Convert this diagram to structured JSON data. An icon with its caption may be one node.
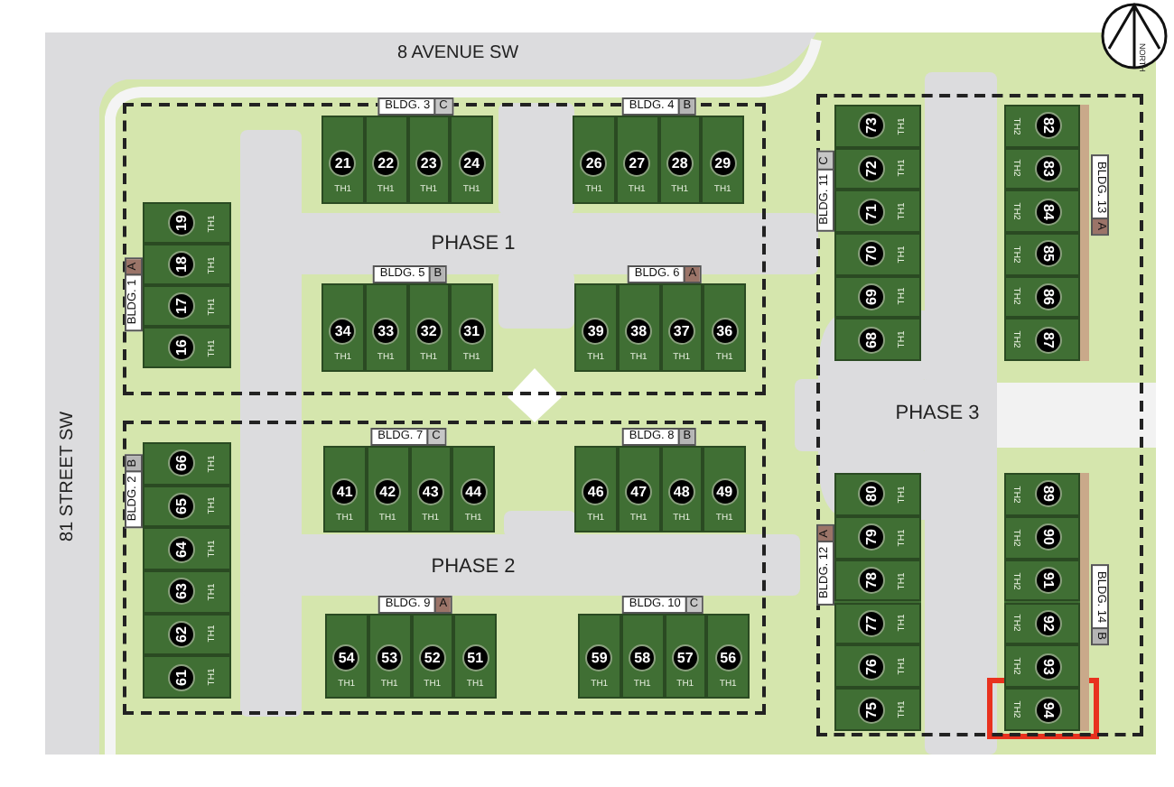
{
  "diagram": {
    "nodes": [
      {
        "text": [
          "PHASE 1"
        ]
      },
      {
        "text": [
          "BLDG. 1",
          "A"
        ],
        "in": 0
      },
      {
        "text": [
          "19",
          "TH1"
        ],
        "in": 1
      },
      {
        "text": [
          "18",
          "TH1"
        ],
        "in": 1
      },
      {
        "text": [
          "17",
          "TH1"
        ],
        "in": 1
      },
      {
        "text": [
          "16",
          "TH1"
        ],
        "in": 1
      },
      {
        "text": [
          "BLDG. 3",
          "C"
        ],
        "in": 0
      },
      {
        "text": [
          "21",
          "TH1"
        ],
        "in": 6
      },
      {
        "text": [
          "22",
          "TH1"
        ],
        "in": 6
      },
      {
        "text": [
          "23",
          "TH1"
        ],
        "in": 6
      },
      {
        "text": [
          "24",
          "TH1"
        ],
        "in": 6
      },
      {
        "text": [
          "BLDG. 4",
          "B"
        ],
        "in": 0
      },
      {
        "text": [
          "26",
          "TH1"
        ],
        "in": 11
      },
      {
        "text": [
          "27",
          "TH1"
        ],
        "in": 11
      },
      {
        "text": [
          "28",
          "TH1"
        ],
        "in": 11
      },
      {
        "text": [
          "29",
          "TH1"
        ],
        "in": 11
      },
      {
        "text": [
          "BLDG. 5",
          "B"
        ],
        "in": 0
      },
      {
        "text": [
          "34",
          "TH1"
        ],
        "in": 16
      },
      {
        "text": [
          "33",
          "TH1"
        ],
        "in": 16
      },
      {
        "text": [
          "32",
          "TH1"
        ],
        "in": 16
      },
      {
        "text": [
          "31",
          "TH1"
        ],
        "in": 16
      },
      {
        "text": [
          "BLDG. 6",
          "A"
        ],
        "in": 0
      },
      {
        "text": [
          "39",
          "TH1"
        ],
        "in": 21
      },
      {
        "text": [
          "38",
          "TH1"
        ],
        "in": 21
      },
      {
        "text": [
          "37",
          "TH1"
        ],
        "in": 21
      },
      {
        "text": [
          "36",
          "TH1"
        ],
        "in": 21
      },
      {
        "text": [
          "PHASE 2"
        ]
      },
      {
        "text": [
          "BLDG. 2",
          "B"
        ],
        "in": 26
      },
      {
        "text": [
          "66",
          "TH1"
        ],
        "in": 27
      },
      {
        "text": [
          "65",
          "TH1"
        ],
        "in": 27
      },
      {
        "text": [
          "64",
          "TH1"
        ],
        "in": 27
      },
      {
        "text": [
          "63",
          "TH1"
        ],
        "in": 27
      },
      {
        "text": [
          "62",
          "TH1"
        ],
        "in": 27
      },
      {
        "text": [
          "61",
          "TH1"
        ],
        "in": 27
      },
      {
        "text": [
          "BLDG. 7",
          "C"
        ],
        "in": 26
      },
      {
        "text": [
          "41",
          "TH1"
        ],
        "in": 34
      },
      {
        "text": [
          "42",
          "TH1"
        ],
        "in": 34
      },
      {
        "text": [
          "43",
          "TH1"
        ],
        "in": 34
      },
      {
        "text": [
          "44",
          "TH1"
        ],
        "in": 34
      },
      {
        "text": [
          "BLDG. 8",
          "B"
        ],
        "in": 26
      },
      {
        "text": [
          "46",
          "TH1"
        ],
        "in": 39
      },
      {
        "text": [
          "47",
          "TH1"
        ],
        "in": 39
      },
      {
        "text": [
          "48",
          "TH1"
        ],
        "in": 39
      },
      {
        "text": [
          "49",
          "TH1"
        ],
        "in": 39
      },
      {
        "text": [
          "BLDG. 9",
          "A"
        ],
        "in": 26
      },
      {
        "text": [
          "54",
          "TH1"
        ],
        "in": 44
      },
      {
        "text": [
          "53",
          "TH1"
        ],
        "in": 44
      },
      {
        "text": [
          "52",
          "TH1"
        ],
        "in": 44
      },
      {
        "text": [
          "51",
          "TH1"
        ],
        "in": 44
      },
      {
        "text": [
          "BLDG. 10",
          "C"
        ],
        "in": 26
      },
      {
        "text": [
          "59",
          "TH1"
        ],
        "in": 49
      },
      {
        "text": [
          "58",
          "TH1"
        ],
        "in": 49
      },
      {
        "text": [
          "57",
          "TH1"
        ],
        "in": 49
      },
      {
        "text": [
          "56",
          "TH1"
        ],
        "in": 49
      },
      {
        "text": [
          "PHASE 3"
        ]
      },
      {
        "text": [
          "BLDG. 11",
          "C"
        ],
        "in": 54
      },
      {
        "text": [
          "73",
          "TH1"
        ],
        "in": 55
      },
      {
        "text": [
          "72",
          "TH1"
        ],
        "in": 55
      },
      {
        "text": [
          "71",
          "TH1"
        ],
        "in": 55
      },
      {
        "text": [
          "70",
          "TH1"
        ],
        "in": 55
      },
      {
        "text": [
          "69",
          "TH1"
        ],
        "in": 55
      },
      {
        "text": [
          "68",
          "TH1"
        ],
        "in": 55
      },
      {
        "text": [
          "BLDG. 13",
          "A"
        ],
        "in": 54
      },
      {
        "text": [
          "82",
          "TH2"
        ],
        "in": 62
      },
      {
        "text": [
          "83",
          "TH2"
        ],
        "in": 62
      },
      {
        "text": [
          "84",
          "TH2"
        ],
        "in": 62
      },
      {
        "text": [
          "85",
          "TH2"
        ],
        "in": 62
      },
      {
        "text": [
          "86",
          "TH2"
        ],
        "in": 62
      },
      {
        "text": [
          "87",
          "TH2"
        ],
        "in": 62
      },
      {
        "text": [
          "BLDG. 12",
          "A"
        ],
        "in": 54
      },
      {
        "text": [
          "80",
          "TH1"
        ],
        "in": 69
      },
      {
        "text": [
          "79",
          "TH1"
        ],
        "in": 69
      },
      {
        "text": [
          "78",
          "TH1"
        ],
        "in": 69
      },
      {
        "text": [
          "77",
          "TH1"
        ],
        "in": 69
      },
      {
        "text": [
          "76",
          "TH1"
        ],
        "in": 69
      },
      {
        "text": [
          "75",
          "TH1"
        ],
        "in": 69
      },
      {
        "text": [
          "BLDG. 14",
          "B"
        ],
        "in": 54
      },
      {
        "text": [
          "89",
          "TH2"
        ],
        "in": 76
      },
      {
        "text": [
          "90",
          "TH2"
        ],
        "in": 76
      },
      {
        "text": [
          "91",
          "TH2"
        ],
        "in": 76
      },
      {
        "text": [
          "92",
          "TH2"
        ],
        "in": 76
      },
      {
        "text": [
          "93",
          "TH2"
        ],
        "in": 76
      },
      {
        "text": [
          "94",
          "TH2"
        ],
        "in": 76
      }
    ],
    "labels": [
      "8 AVENUE SW",
      "81 STREET SW",
      "NORTH"
    ]
  }
}
